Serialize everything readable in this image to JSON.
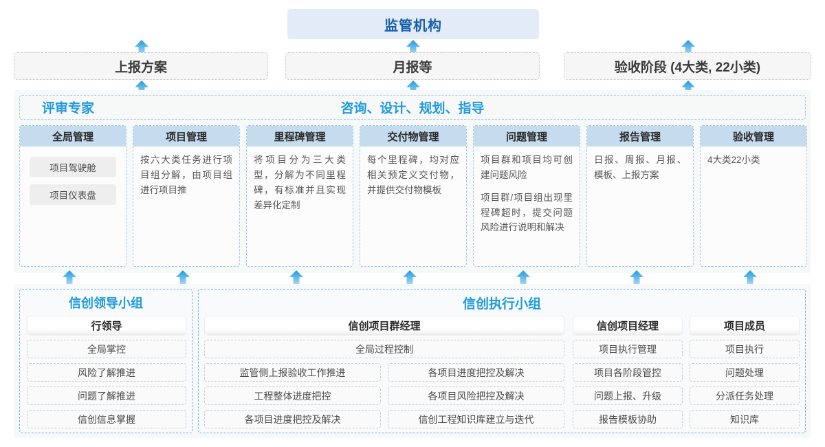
{
  "colors": {
    "accent_blue": "#1f9ae0",
    "title_blue": "#1560ad",
    "col_head_bg": "#c5dcee",
    "regulator_bg": "#e3ebf6",
    "panel_bg": "#f7f8f8"
  },
  "top": {
    "regulator": "监管机构",
    "reports": [
      "上报方案",
      "月报等",
      "验收阶段 (4大类, 22小类)"
    ]
  },
  "middle": {
    "band_left_label": "评审专家",
    "band_center_label": "咨询、设计、规划、指导",
    "columns": [
      {
        "title": "全局管理",
        "pills": [
          "项目驾驶舱",
          "项目仪表盘"
        ],
        "paragraphs": []
      },
      {
        "title": "项目管理",
        "pills": [],
        "paragraphs": [
          "按六大类任务进行项目组分解，由项目组进行项目推"
        ]
      },
      {
        "title": "里程碑管理",
        "pills": [],
        "paragraphs": [
          "将项目分为三大类型，分解为不同里程碑，有标准并且实现差异化定制"
        ]
      },
      {
        "title": "交付物管理",
        "pills": [],
        "paragraphs": [
          "每个里程碑，均对应相关预定义交付物，并提供交付物模板"
        ]
      },
      {
        "title": "问题管理",
        "pills": [],
        "paragraphs": [
          "项目群和项目均可创建问题风险",
          "项目群/项目组出现里程碑超时，提交问题风险进行说明和解决"
        ]
      },
      {
        "title": "报告管理",
        "pills": [],
        "paragraphs": [
          "日报、周报、月报、模板、上报方案"
        ]
      },
      {
        "title": "验收管理",
        "pills": [],
        "paragraphs": [
          "4大类22小类"
        ]
      }
    ]
  },
  "bottom": {
    "left_group": {
      "title": "信创领导小组",
      "role": "行领导",
      "items": [
        "全局掌控",
        "风险了解推进",
        "问题了解推进",
        "信创信息掌握"
      ]
    },
    "right_group": {
      "title": "信创执行小组",
      "program_manager": {
        "role": "信创项目群经理",
        "full_width_item": "全局过程控制",
        "left_items": [
          "监管侧上报验收工作推进",
          "工程整体进度把控",
          "各项目进度把控及解决"
        ],
        "right_items": [
          "各项目进度把控及解决",
          "各项目风险把控及解决",
          "信创工程知识库建立与迭代"
        ]
      },
      "project_manager": {
        "role": "信创项目经理",
        "items": [
          "项目执行管理",
          "项目各阶段管控",
          "问题上报、升级",
          "报告模板协助"
        ]
      },
      "member": {
        "role": "项目成员",
        "items": [
          "项目执行",
          "问题处理",
          "分派任务处理",
          "知识库"
        ]
      }
    }
  },
  "arrows": {
    "to_regulator_count": 3,
    "to_middle_count": 7,
    "icon": "up-arrow-icon"
  }
}
